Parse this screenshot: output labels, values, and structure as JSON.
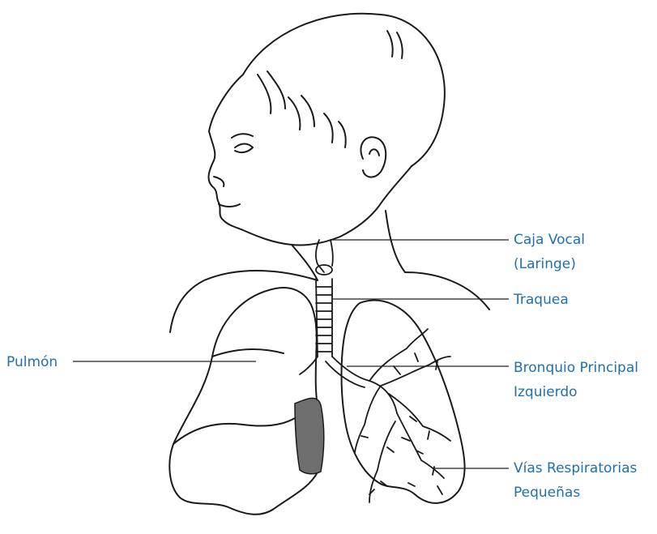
{
  "colors": {
    "label_text": "#1f6fb2",
    "line_art": "#1a1a1a",
    "leader_line": "#222222",
    "lung_shadow": "#6e6e6e",
    "background": "#ffffff"
  },
  "labels": {
    "larynx_line1": "Caja Vocal",
    "larynx_line2": "(Laringe)",
    "trachea": "Traquea",
    "bronchus_line1": "Bronquio Principal",
    "bronchus_line2": "Izquierdo",
    "airways_line1": "Vías Respiratorias",
    "airways_line2": "Pequeñas",
    "lung": "Pulmón"
  }
}
